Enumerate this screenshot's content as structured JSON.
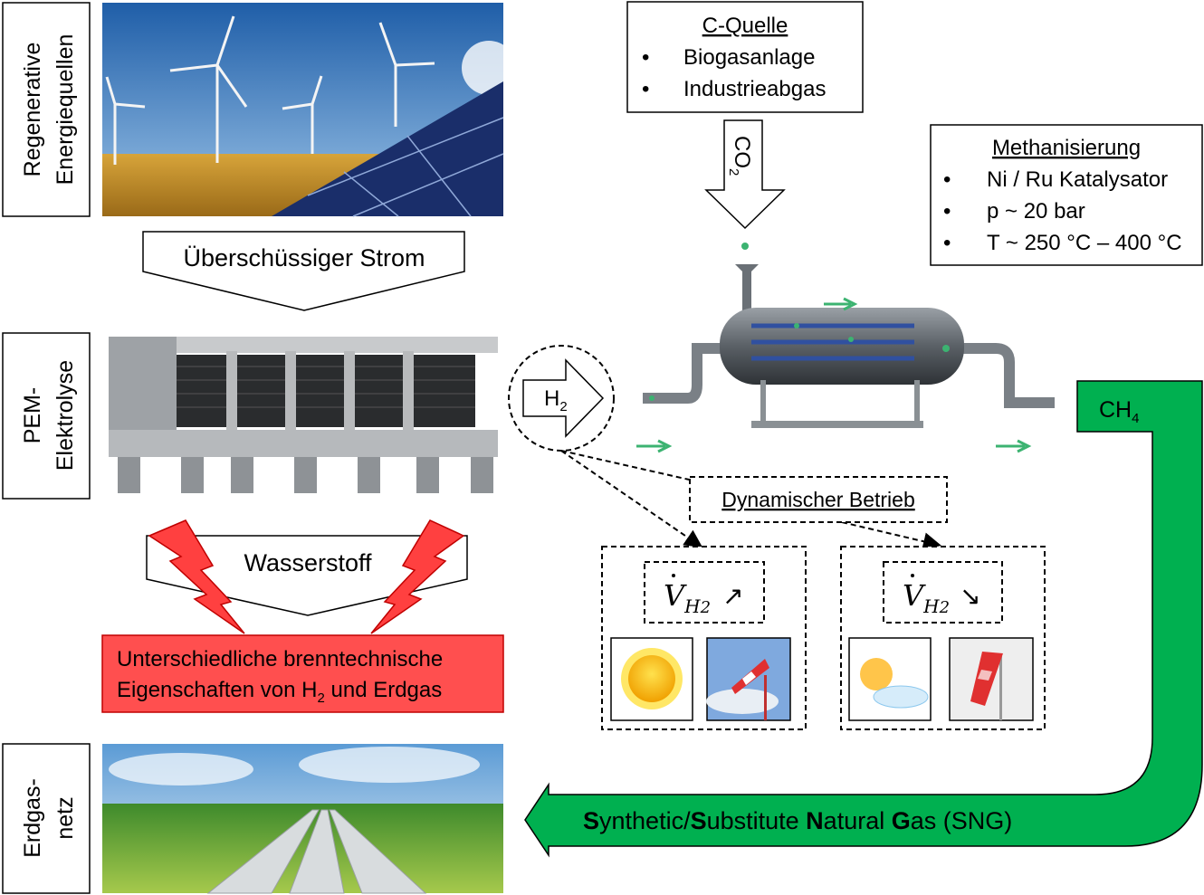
{
  "labels": {
    "renewables": [
      "Regenerative",
      "Energiequellen"
    ],
    "electrolysis": [
      "PEM-",
      "Elektrolyse"
    ],
    "gas_grid": [
      "Erdgas-",
      "netz"
    ]
  },
  "surplus_power": "Überschüssiger Strom",
  "hydrogen": "Wasserstoff",
  "warning": {
    "line1": "Unterschiedliche brenntechnische",
    "line2_a": "Eigenschaften von H",
    "line2_sub": "2",
    "line2_b": " und Erdgas"
  },
  "carbon_source": {
    "title": "C-Quelle",
    "items": [
      "Biogasanlage",
      "Industrieabgas"
    ]
  },
  "co2": {
    "base": "CO",
    "sub": "2"
  },
  "methanation": {
    "title": "Methanisierung",
    "items": [
      "Ni / Ru Katalysator",
      "p ~ 20 bar",
      "T ~ 250 °C – 400 °C"
    ]
  },
  "h2": {
    "base": "H",
    "sub": "2"
  },
  "ch4": {
    "base": "CH",
    "sub": "4"
  },
  "dynamic": "Dynamischer Betrieb",
  "flow_up": {
    "v": "V",
    "sub": "H",
    "sub2": "2",
    "arrow": "↗"
  },
  "flow_down": {
    "v": "V",
    "sub": "H",
    "sub2": "2",
    "arrow": "↘"
  },
  "sng": {
    "s1": "S",
    "t1": "ynthetic/",
    "s2": "S",
    "t2": "ubstitute ",
    "s3": "N",
    "t3": "atural ",
    "s4": "G",
    "t4": "as (SNG)"
  },
  "colors": {
    "green": "#00b050",
    "red": "#ff4f4f",
    "arrow_green": "#3cb371"
  }
}
